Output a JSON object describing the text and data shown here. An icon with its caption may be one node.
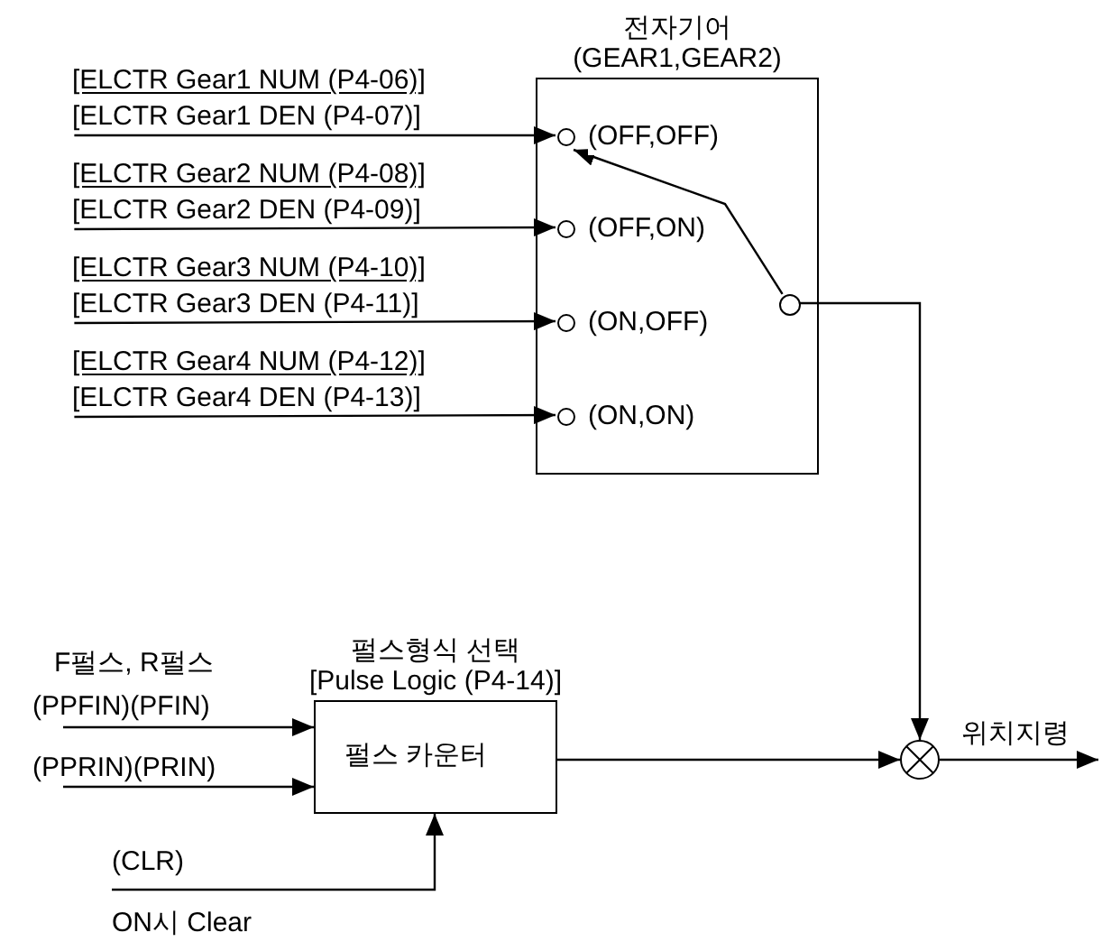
{
  "diagram": {
    "nodes": [
      {
        "text": [
          "전자기어",
          "(GEAR1,GEAR2)"
        ]
      },
      {
        "text": [
          "(OFF,OFF)"
        ],
        "in": 0
      },
      {
        "text": [
          "(OFF,ON)"
        ],
        "in": 0
      },
      {
        "text": [
          "(ON,OFF)"
        ],
        "in": 0
      },
      {
        "text": [
          "(ON,ON)"
        ],
        "in": 0
      },
      {
        "text": [],
        "shape": "circle",
        "in": 0
      },
      {
        "text": [
          "[ELCTR Gear1 NUM (P4-06)]",
          "[ELCTR Gear1 DEN (P4-07)]"
        ]
      },
      {
        "text": [
          "[ELCTR Gear2 NUM (P4-08)]",
          "[ELCTR Gear2 DEN (P4-09)]"
        ]
      },
      {
        "text": [
          "[ELCTR Gear3 NUM (P4-10)]",
          "[ELCTR Gear3 DEN (P4-11)]"
        ]
      },
      {
        "text": [
          "[ELCTR Gear4 NUM (P4-12)]",
          "[ELCTR Gear4 DEN (P4-13)]"
        ]
      },
      {
        "text": [
          "펄스형식 선택",
          "[Pulse Logic (P4-14)]",
          "펄스 카운터"
        ]
      },
      {
        "text": [
          "F펄스, R펄스",
          "(PPFIN)(PFIN)"
        ]
      },
      {
        "text": [
          "(PPRIN)(PRIN)"
        ]
      },
      {
        "text": [
          "(CLR)"
        ],
        "beside": [
          "ON시 Clear"
        ]
      },
      {
        "text": [],
        "shape": "circle"
      }
    ],
    "edges": [
      {
        "from": 6,
        "to": 1,
        "arrow": "to"
      },
      {
        "from": 7,
        "to": 2,
        "arrow": "to"
      },
      {
        "from": 8,
        "to": 3,
        "arrow": "to"
      },
      {
        "from": 9,
        "to": 4,
        "arrow": "to"
      },
      {
        "from": 5,
        "to": 1,
        "arrow": "to"
      },
      {
        "from": 5,
        "to": 14,
        "arrow": "to"
      },
      {
        "from": 11,
        "to": 10,
        "arrow": "to"
      },
      {
        "from": 12,
        "to": 10,
        "arrow": "to"
      },
      {
        "from": 13,
        "to": 10,
        "arrow": "to"
      },
      {
        "from": 10,
        "to": 14,
        "arrow": "to"
      },
      {
        "from": 14,
        "to": null,
        "arrow": "to",
        "label": "위치지령"
      }
    ]
  }
}
